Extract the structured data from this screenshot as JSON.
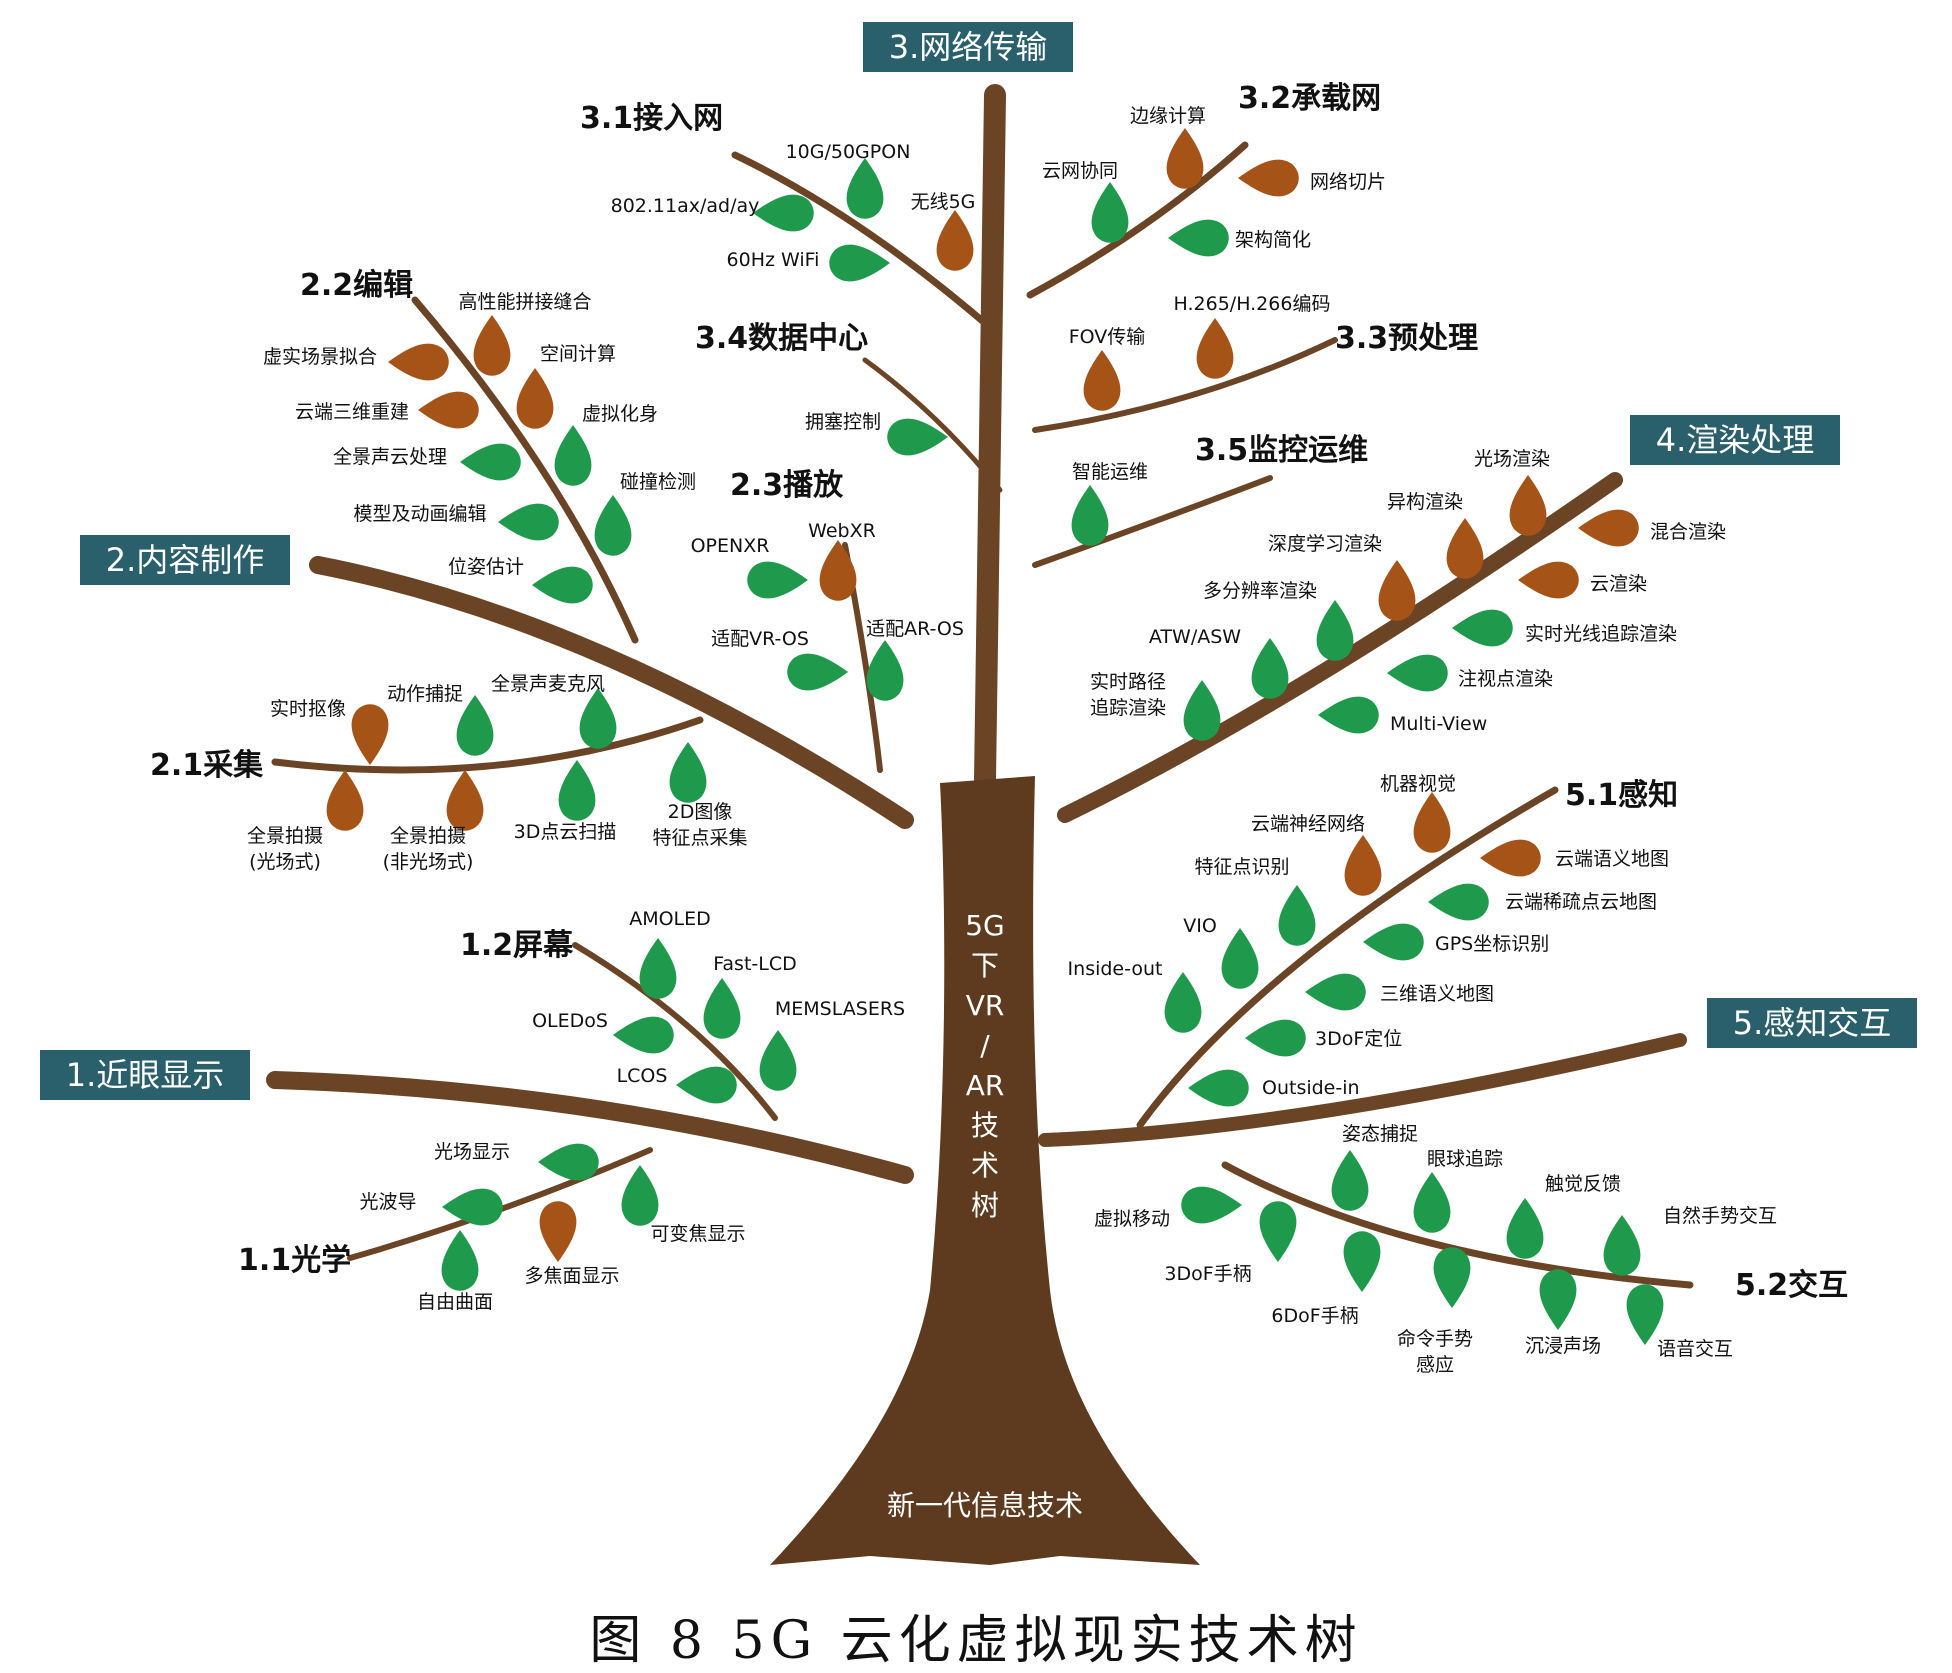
{
  "colors": {
    "trunk": "#5e3a1e",
    "branch": "#6b4425",
    "leaf_green": "#1f9a4d",
    "leaf_orange": "#a65317",
    "label_box": "#2a5f6c",
    "label_text": "#ffffff",
    "text": "#111111"
  },
  "caption": "图 8 5G 云化虚拟现实技术树",
  "trunk": {
    "vertical_text": [
      "5G",
      "下",
      "VR",
      "/",
      "AR",
      "技",
      "术",
      "树"
    ],
    "base_text": "新一代信息技术"
  },
  "categories": [
    {
      "id": "c3",
      "label": "3.网络传输"
    },
    {
      "id": "c4",
      "label": "4.渲染处理"
    },
    {
      "id": "c2",
      "label": "2.内容制作"
    },
    {
      "id": "c1",
      "label": "1.近眼显示"
    },
    {
      "id": "c5",
      "label": "5.感知交互"
    }
  ],
  "subcategories": [
    {
      "id": "s31",
      "label": "3.1接入网"
    },
    {
      "id": "s32",
      "label": "3.2承载网"
    },
    {
      "id": "s33",
      "label": "3.3预处理"
    },
    {
      "id": "s34",
      "label": "3.4数据中心"
    },
    {
      "id": "s35",
      "label": "3.5监控运维"
    },
    {
      "id": "s22",
      "label": "2.2编辑"
    },
    {
      "id": "s23",
      "label": "2.3播放"
    },
    {
      "id": "s21",
      "label": "2.1采集"
    },
    {
      "id": "s12",
      "label": "1.2屏幕"
    },
    {
      "id": "s11",
      "label": "1.1光学"
    },
    {
      "id": "s51",
      "label": "5.1感知"
    },
    {
      "id": "s52",
      "label": "5.2交互"
    }
  ],
  "leaves": [
    {
      "label": "10G/50GPON",
      "color": "green"
    },
    {
      "label": "802.11ax/ad/ay",
      "color": "green"
    },
    {
      "label": "无线5G",
      "color": "orange"
    },
    {
      "label": "60Hz WiFi",
      "color": "green"
    },
    {
      "label": "边缘计算",
      "color": "orange"
    },
    {
      "label": "云网协同",
      "color": "green"
    },
    {
      "label": "网络切片",
      "color": "orange"
    },
    {
      "label": "架构简化",
      "color": "green"
    },
    {
      "label": "H.265/H.266编码",
      "color": "orange"
    },
    {
      "label": "FOV传输",
      "color": "orange"
    },
    {
      "label": "拥塞控制",
      "color": "green"
    },
    {
      "label": "智能运维",
      "color": "green"
    },
    {
      "label": "高性能拼接缝合",
      "color": "orange"
    },
    {
      "label": "虚实场景拟合",
      "color": "orange"
    },
    {
      "label": "空间计算",
      "color": "orange"
    },
    {
      "label": "云端三维重建",
      "color": "orange"
    },
    {
      "label": "虚拟化身",
      "color": "green"
    },
    {
      "label": "全景声云处理",
      "color": "green"
    },
    {
      "label": "碰撞检测",
      "color": "green"
    },
    {
      "label": "模型及动画编辑",
      "color": "green"
    },
    {
      "label": "位姿估计",
      "color": "green"
    },
    {
      "label": "OPENXR",
      "color": "green"
    },
    {
      "label": "WebXR",
      "color": "orange"
    },
    {
      "label": "适配VR-OS",
      "color": "green"
    },
    {
      "label": "适配AR-OS",
      "color": "green"
    },
    {
      "label": "实时抠像",
      "color": "orange"
    },
    {
      "label": "动作捕捉",
      "color": "green"
    },
    {
      "label": "全景声麦克风",
      "color": "green"
    },
    {
      "label": "全景拍摄\n(光场式)",
      "color": "orange"
    },
    {
      "label": "全景拍摄\n(非光场式)",
      "color": "orange"
    },
    {
      "label": "3D点云扫描",
      "color": "green"
    },
    {
      "label": "2D图像\n特征点采集",
      "color": "green"
    },
    {
      "label": "AMOLED",
      "color": "green"
    },
    {
      "label": "Fast-LCD",
      "color": "green"
    },
    {
      "label": "OLEDoS",
      "color": "green"
    },
    {
      "label": "MEMSLASERS",
      "color": "green"
    },
    {
      "label": "LCOS",
      "color": "green"
    },
    {
      "label": "光场显示",
      "color": "green"
    },
    {
      "label": "光波导",
      "color": "green"
    },
    {
      "label": "可变焦显示",
      "color": "green"
    },
    {
      "label": "多焦面显示",
      "color": "orange"
    },
    {
      "label": "自由曲面",
      "color": "green"
    },
    {
      "label": "光场渲染",
      "color": "orange"
    },
    {
      "label": "异构渲染",
      "color": "orange"
    },
    {
      "label": "混合渲染",
      "color": "orange"
    },
    {
      "label": "深度学习渲染",
      "color": "orange"
    },
    {
      "label": "云渲染",
      "color": "orange"
    },
    {
      "label": "多分辨率渲染",
      "color": "green"
    },
    {
      "label": "实时光线追踪渲染",
      "color": "green"
    },
    {
      "label": "ATW/ASW",
      "color": "green"
    },
    {
      "label": "注视点渲染",
      "color": "green"
    },
    {
      "label": "实时路径\n追踪渲染",
      "color": "green"
    },
    {
      "label": "Multi-View",
      "color": "green"
    },
    {
      "label": "机器视觉",
      "color": "orange"
    },
    {
      "label": "云端神经网络",
      "color": "orange"
    },
    {
      "label": "云端语义地图",
      "color": "orange"
    },
    {
      "label": "特征点识别",
      "color": "green"
    },
    {
      "label": "云端稀疏点云地图",
      "color": "green"
    },
    {
      "label": "VIO",
      "color": "green"
    },
    {
      "label": "GPS坐标识别",
      "color": "green"
    },
    {
      "label": "Inside-out",
      "color": "green"
    },
    {
      "label": "三维语义地图",
      "color": "green"
    },
    {
      "label": "3DoF定位",
      "color": "green"
    },
    {
      "label": "Outside-in",
      "color": "green"
    },
    {
      "label": "姿态捕捉",
      "color": "green"
    },
    {
      "label": "眼球追踪",
      "color": "green"
    },
    {
      "label": "触觉反馈",
      "color": "green"
    },
    {
      "label": "虚拟移动",
      "color": "green"
    },
    {
      "label": "自然手势交互",
      "color": "green"
    },
    {
      "label": "3DoF手柄",
      "color": "green"
    },
    {
      "label": "6DoF手柄",
      "color": "green"
    },
    {
      "label": "命令手势\n感应",
      "color": "green"
    },
    {
      "label": "沉浸声场",
      "color": "green"
    },
    {
      "label": "语音交互",
      "color": "green"
    }
  ]
}
